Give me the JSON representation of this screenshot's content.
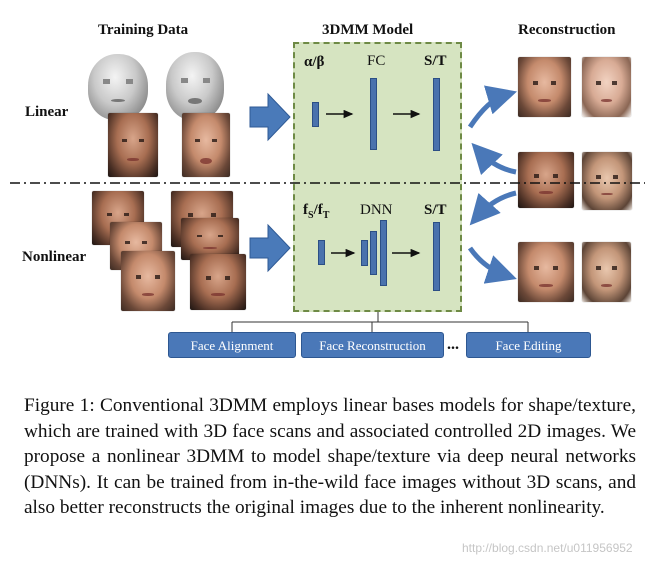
{
  "headers": {
    "training_data": "Training Data",
    "model": "3DMM Model",
    "reconstruction": "Reconstruction"
  },
  "rows": {
    "linear": "Linear",
    "nonlinear": "Nonlinear"
  },
  "model_labels": {
    "linear_input": "α/β",
    "linear_net": "FC",
    "linear_output": "S/T",
    "nonlinear_input_main": "f",
    "nonlinear_input_sub1": "S",
    "nonlinear_input_sep": "/f",
    "nonlinear_input_sub2": "T",
    "nonlinear_net": "DNN",
    "nonlinear_output": "S/T"
  },
  "applications": [
    "Face Alignment",
    "Face Reconstruction",
    "Face Editing"
  ],
  "ellipsis": "...",
  "caption": {
    "label": "Figure 1:",
    "text": "Conventional 3DMM employs linear bases models for shape/texture, which are trained with 3D face scans and associated controlled 2D images. We propose a nonlinear 3DMM to model shape/texture via deep neural networks (DNNs). It can be trained from in-the-wild face images without 3D scans, and also better reconstructs the original images due to the inherent nonlinearity."
  },
  "watermark": "http://blog.csdn.net/u011956952",
  "colors": {
    "model_box_fill": "#d6e4c1",
    "model_box_border": "#6e8a45",
    "accent_blue": "#4a72ad",
    "tag_blue": "#4a78b8"
  }
}
